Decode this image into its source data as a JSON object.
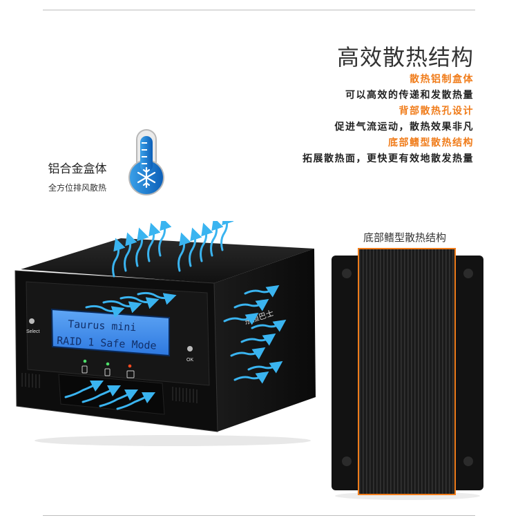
{
  "header": {
    "title": "高效散热结构"
  },
  "features": [
    {
      "heading": "散热铝制盒体",
      "desc": "可以高效的传递和发散热量"
    },
    {
      "heading": "背部散热孔设计",
      "desc": "促进气流运动，散热效果非凡"
    },
    {
      "heading": "底部鳍型散热结构",
      "desc": "拓展散热面，更快更有效地散发热量"
    }
  ],
  "alloy": {
    "title": "铝合金盒体",
    "subtitle": "全方位排风散热"
  },
  "device": {
    "lcd_line1": "Taurus mini",
    "lcd_line2": "RAID 1 Safe Mode",
    "select_label": "Select",
    "ok_label": "OK",
    "brand": "东恒巴士"
  },
  "bottom_view": {
    "label": "底部鳍型散热结构"
  },
  "colors": {
    "accent": "#f07c1a",
    "lcd": "#2f7ee8",
    "airflow": "#3ab4f0",
    "body": "#141414"
  },
  "icons": [
    "thermometer-icon",
    "snowflake-icon",
    "airflow-arrow-icon"
  ]
}
